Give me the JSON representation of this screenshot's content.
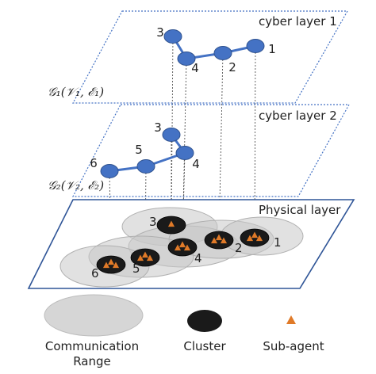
{
  "layers": {
    "cyber1": {
      "label": "cyber layer 1",
      "graph_label": "𝒢₁(𝒱₁, ℰ₁)",
      "nodes": [
        {
          "id": "3",
          "label": "3"
        },
        {
          "id": "4",
          "label": "4"
        },
        {
          "id": "2",
          "label": "2"
        },
        {
          "id": "1",
          "label": "1"
        }
      ],
      "edges": [
        [
          "3",
          "4"
        ],
        [
          "4",
          "2"
        ],
        [
          "2",
          "1"
        ]
      ]
    },
    "cyber2": {
      "label": "cyber layer 2",
      "graph_label": "𝒢₂(𝒱₂, ℰ₂)",
      "nodes": [
        {
          "id": "3",
          "label": "3"
        },
        {
          "id": "4",
          "label": "4"
        },
        {
          "id": "5",
          "label": "5"
        },
        {
          "id": "6",
          "label": "6"
        }
      ],
      "edges": [
        [
          "3",
          "4"
        ],
        [
          "4",
          "5"
        ],
        [
          "5",
          "6"
        ]
      ]
    },
    "physical": {
      "label": "Physical layer",
      "clusters": [
        {
          "id": "3",
          "label": "3"
        },
        {
          "id": "4",
          "label": "4"
        },
        {
          "id": "2",
          "label": "2"
        },
        {
          "id": "1",
          "label": "1"
        },
        {
          "id": "5",
          "label": "5"
        },
        {
          "id": "6",
          "label": "6"
        }
      ]
    }
  },
  "legend": {
    "range_label_line1": "Communication",
    "range_label_line2": "Range",
    "cluster_label": "Cluster",
    "subagent_label": "Sub-agent"
  },
  "colors": {
    "node": "#4472c4",
    "node_stroke": "#2f528f",
    "edge": "#4472c4",
    "plane_border": "#2f5597",
    "range_fill": "#c8c8c8",
    "range_stroke": "#b0b0b0",
    "cluster": "#1a1a1a",
    "subagent": "#e07a28",
    "projection": "#555555"
  }
}
